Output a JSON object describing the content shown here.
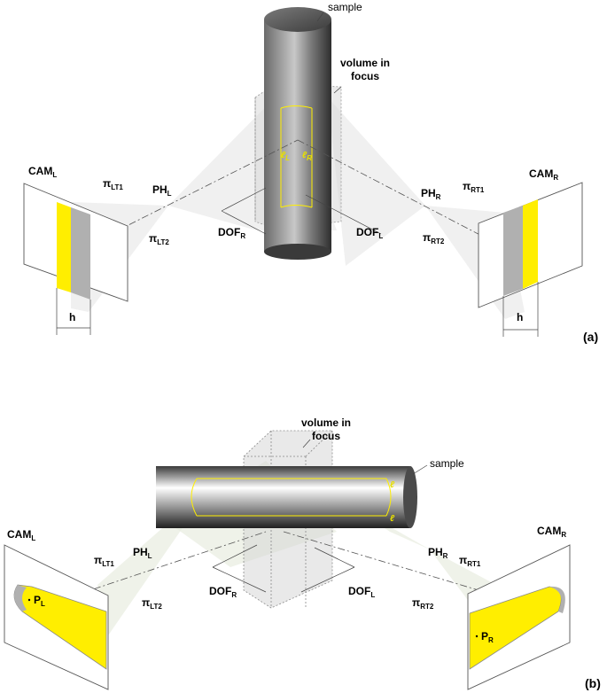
{
  "panel_a": {
    "tag": "(a)",
    "sample": "sample",
    "volume_line1": "volume in",
    "volume_line2": "focus",
    "cam_left": {
      "main": "CAM",
      "sub": "L"
    },
    "cam_right": {
      "main": "CAM",
      "sub": "R"
    },
    "ph_left": {
      "main": "PH",
      "sub": "L"
    },
    "ph_right": {
      "main": "PH",
      "sub": "R"
    },
    "pi_lt1": {
      "main": "π",
      "sub": "LT1"
    },
    "pi_lt2": {
      "main": "π",
      "sub": "LT2"
    },
    "pi_rt1": {
      "main": "π",
      "sub": "RT1"
    },
    "pi_rt2": {
      "main": "π",
      "sub": "RT2"
    },
    "dof_left": {
      "main": "DOF",
      "sub": "L"
    },
    "dof_right": {
      "main": "DOF",
      "sub": "R"
    },
    "h_left": "h",
    "h_right": "h",
    "l_left": {
      "main": "ℓ",
      "sub": "L"
    },
    "l_right": {
      "main": "ℓ",
      "sub": "R"
    }
  },
  "panel_b": {
    "tag": "(b)",
    "sample": "sample",
    "volume_line1": "volume in",
    "volume_line2": "focus",
    "cam_left": {
      "main": "CAM",
      "sub": "L"
    },
    "cam_right": {
      "main": "CAM",
      "sub": "R"
    },
    "ph_left": {
      "main": "PH",
      "sub": "L"
    },
    "ph_right": {
      "main": "PH",
      "sub": "R"
    },
    "pi_lt1": {
      "main": "π",
      "sub": "LT1"
    },
    "pi_lt2": {
      "main": "π",
      "sub": "LT2"
    },
    "pi_rt1": {
      "main": "π",
      "sub": "RT1"
    },
    "pi_rt2": {
      "main": "π",
      "sub": "RT2"
    },
    "dof_left": {
      "main": "DOF",
      "sub": "L"
    },
    "dof_right": {
      "main": "DOF",
      "sub": "R"
    },
    "p_left": {
      "main": "P",
      "sub": "L"
    },
    "p_right": {
      "main": "P",
      "sub": "R"
    },
    "l_top": {
      "main": "ℓ",
      "sub": ""
    },
    "l_bottom": {
      "main": "ℓ",
      "sub": ""
    }
  },
  "colors": {
    "highlight": "#ffee00",
    "sensor_gray": "#b0b0b0"
  }
}
